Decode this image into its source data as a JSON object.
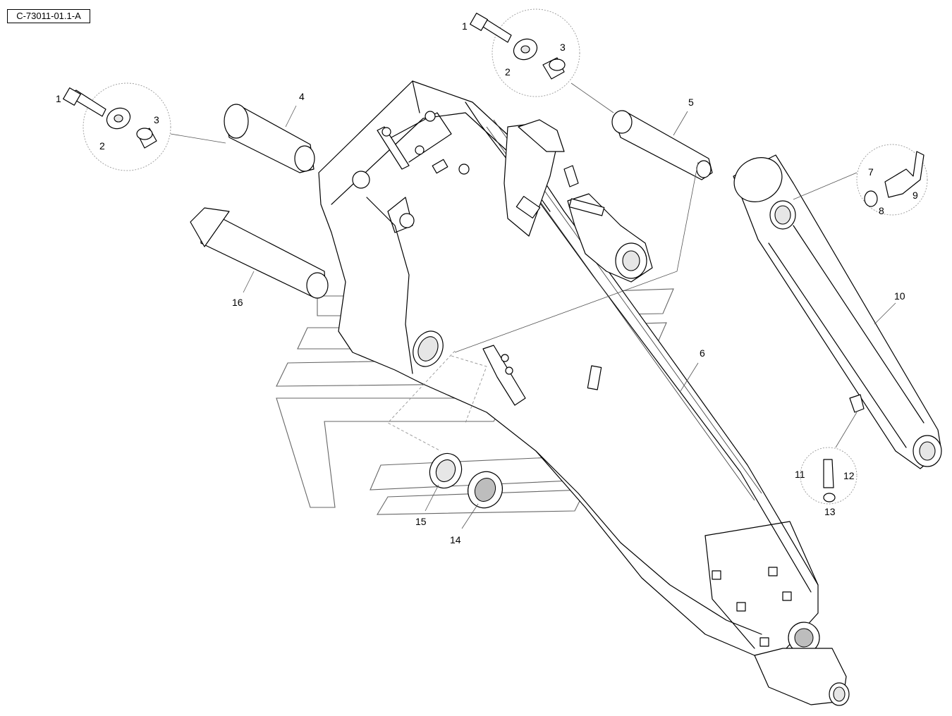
{
  "figure_reference": "C-73011-01.1-A",
  "callouts": [
    "1",
    "2",
    "3",
    "4",
    "1",
    "2",
    "3",
    "5",
    "6",
    "7",
    "8",
    "9",
    "10",
    "11",
    "12",
    "13",
    "14",
    "15",
    "16"
  ]
}
